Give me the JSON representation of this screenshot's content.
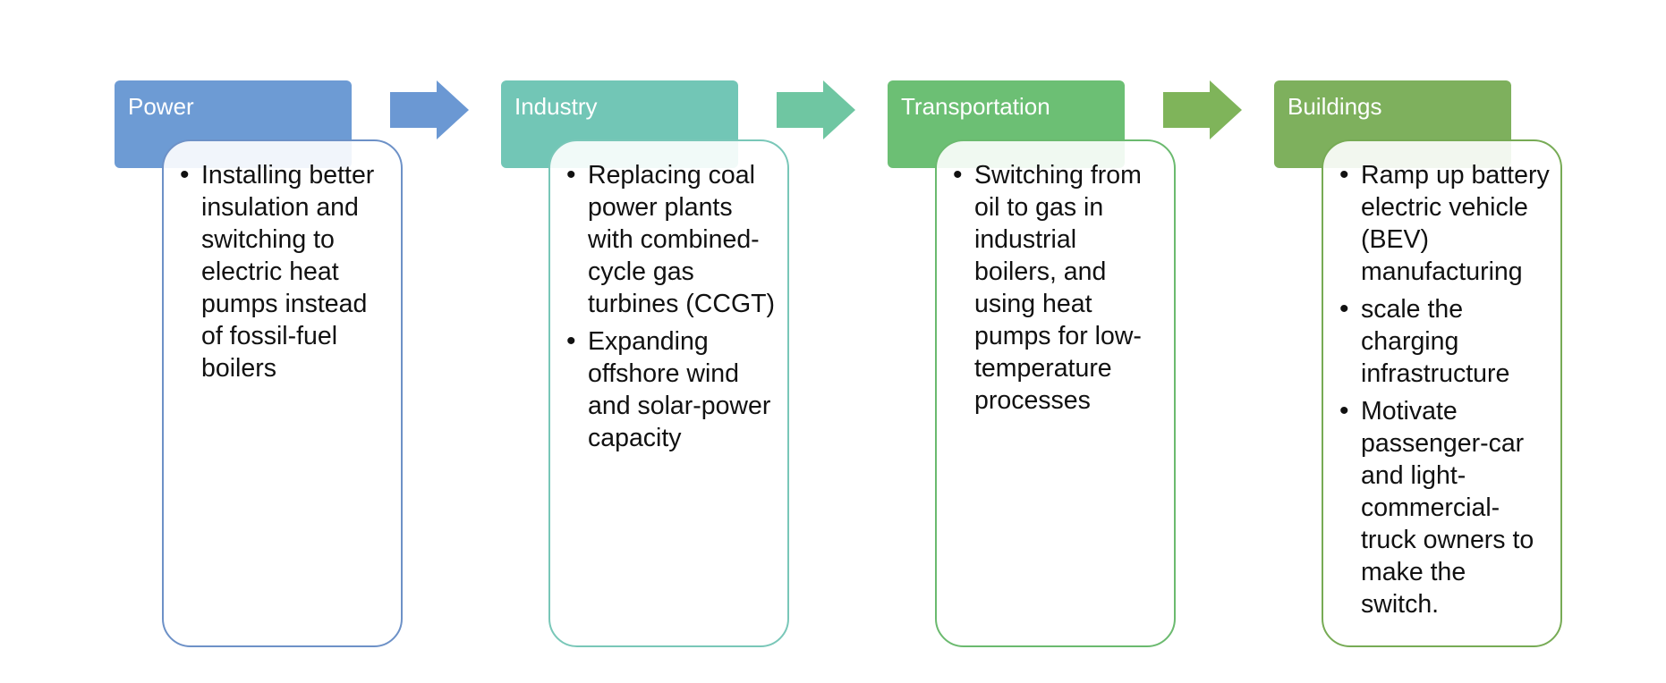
{
  "steps": [
    {
      "title": "Power",
      "color": "#6d9bd4",
      "border": "#6d91c7",
      "bullets": [
        "Installing better insulation and switching to electric heat pumps instead of fossil-fuel boilers"
      ]
    },
    {
      "title": "Industry",
      "color": "#72c6b6",
      "border": "#79c7b8",
      "bullets": [
        "Replacing coal power plants with combined-cycle gas turbines (CCGT)",
        "Expanding offshore wind and solar-power capacity"
      ]
    },
    {
      "title": "Transportation",
      "color": "#6cbf74",
      "border": "#6bba6f",
      "bullets": [
        "Switching from oil to gas in industrial boilers, and using heat pumps for low-temperature processes"
      ]
    },
    {
      "title": "Buildings",
      "color": "#7eb05d",
      "border": "#77ab55",
      "bullets": [
        "Ramp up battery electric vehicle (BEV) manufacturing",
        "scale the charging infrastructure",
        "Motivate passenger-car and light-commercial-truck owners to make the switch."
      ]
    }
  ],
  "arrows": [
    {
      "color": "#6b98d3"
    },
    {
      "color": "#6fc6a2"
    },
    {
      "color": "#7fb45a"
    }
  ]
}
